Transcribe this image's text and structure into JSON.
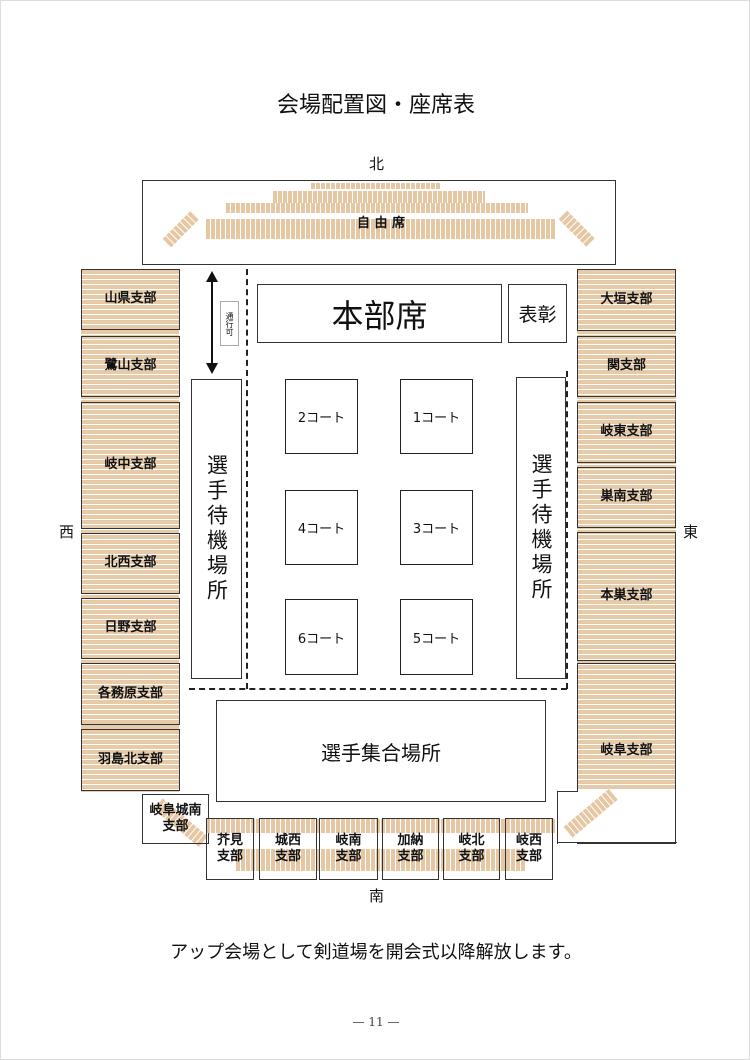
{
  "title": "会場配置図・座席表",
  "directions": {
    "north": "北",
    "south": "南",
    "west": "西",
    "east": "東"
  },
  "north_seats": "自 由 席",
  "passage": "通行可",
  "hq": "本部席",
  "award": "表彰",
  "waiting_left": "選手待機場所",
  "waiting_right": "選手待機場所",
  "assembly": "選手集合場所",
  "courts": [
    "1コート",
    "2コート",
    "3コート",
    "4コート",
    "5コート",
    "6コート"
  ],
  "west_branches": [
    "山県支部",
    "鷺山支部",
    "岐中支部",
    "北西支部",
    "日野支部",
    "各務原支部",
    "羽島北支部",
    "岐阜城南\n支部"
  ],
  "east_branches": [
    "大垣支部",
    "関支部",
    "岐東支部",
    "巣南支部",
    "本巣支部",
    "岐阜支部"
  ],
  "south_branches": [
    "芥見\n支部",
    "城西\n支部",
    "岐南\n支部",
    "加納\n支部",
    "岐北\n支部",
    "岐西\n支部"
  ],
  "note": "アップ会場として剣道場を開会式以降解放します。",
  "page_number": "— 11 —",
  "colors": {
    "seat": "#e3c29a",
    "line": "#222222"
  }
}
